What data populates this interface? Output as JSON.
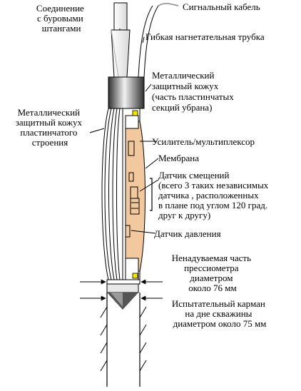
{
  "labels": {
    "rods": [
      "Соединение",
      "с буровыми",
      "штангами"
    ],
    "signal_cable": [
      "Сигнальный кабель"
    ],
    "flex_tube": [
      "Гибкая нагнетательная трубка"
    ],
    "metal_casing_top": [
      "Металлический",
      "защитный кожух",
      "(часть пластинчатых",
      "секций убрана)"
    ],
    "metal_casing_left": [
      "Металлический",
      "защитный кожух",
      "пластинчатого",
      "строения"
    ],
    "amplifier": [
      "Усилитель/мультиплексор"
    ],
    "membrane": [
      "Мембрана"
    ],
    "displacement_sensor": [
      "Датчик смещений",
      "(всего 3 таких независимых",
      "датчика , расположенных",
      "в плане под углом 120 град.",
      "друг к другу)"
    ],
    "pressure_sensor": [
      "Датчик давления"
    ],
    "non_inflatable": [
      "Ненадуваемая часть",
      "прессиометра",
      "диаметром",
      "около 76 мм"
    ],
    "test_pocket": [
      "Испытательный карман",
      "на дне скважины",
      "диаметром около 75 мм"
    ]
  },
  "colors": {
    "line": "#000000",
    "membrane_fill": "#f2c89e",
    "casing_light": "#f0f0f0",
    "casing_dark": "#404040",
    "yellow_sensor": "#f5e600",
    "cable_color": "#888888"
  }
}
